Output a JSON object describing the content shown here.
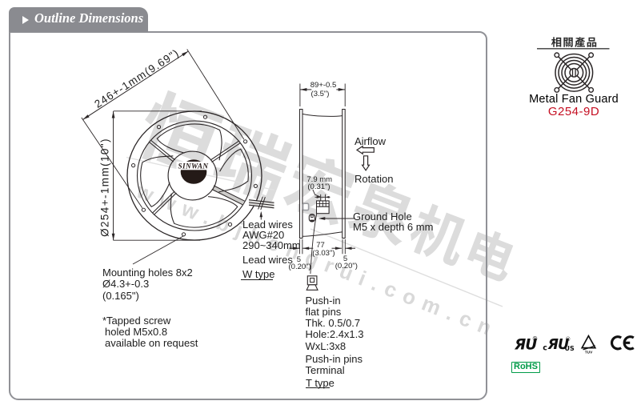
{
  "header": {
    "title": "Outline Dimensions"
  },
  "watermark": {
    "cjk": "恒瑞宏泉机电",
    "url": "www.bjhengrui.com.cn"
  },
  "front_view": {
    "brand": "SINWAN",
    "dim_diagonal": "246+-1mm(9.69\")",
    "dim_diameter": "Ø254+-1mm(10\")",
    "mounting_note": [
      "Mounting holes 8x2",
      "Ø4.3+-0.3",
      "(0.165\")"
    ],
    "tapped_note": [
      "*Tapped screw",
      "holed M5x0.8",
      "available on request"
    ]
  },
  "side_view": {
    "dim_width": "89+-0.5",
    "dim_width_in": "(3.5\")",
    "airflow": "Airflow",
    "rotation": "Rotation",
    "dim_terminal": "7.9 mm",
    "dim_terminal_in": "(0.31\")",
    "ground_hole_line1": "Ground Hole",
    "ground_hole_line2": "M5 x depth 6 mm",
    "dim_pitch": "77",
    "dim_pitch_in": "(3.03\")",
    "dim_flange_left": "5",
    "dim_flange_left_in": "(0.20\")",
    "dim_flange_right": "5",
    "dim_flange_right_in": "(0.20\")"
  },
  "wire_options": {
    "lead_wires_note": [
      "Lead wires",
      "AWG#20",
      "290~340mm"
    ],
    "lead_wires_label": "Lead wires",
    "w_type": "W type",
    "terminal_note": [
      "Push-in",
      "flat pins",
      "Thk. 0.5/0.7",
      "Hole:2.4x1.3",
      "WxL:3x8"
    ],
    "terminal_note2": [
      "Push-in pins",
      "Terminal"
    ],
    "t_type": "T type"
  },
  "related_products": {
    "title": "相關產品",
    "product": "Metal Fan Guard",
    "model": "G254-9D",
    "model_color": "#c50f22"
  },
  "certifications": {
    "ul_registered": "®",
    "cul_c": "c",
    "cul_registered": "®",
    "cul_us": "US",
    "tuv": "TUV",
    "ce": "CE",
    "ul_glyph": "ЯU",
    "rohs": "RoHS",
    "rohs_color": "#009b48"
  }
}
